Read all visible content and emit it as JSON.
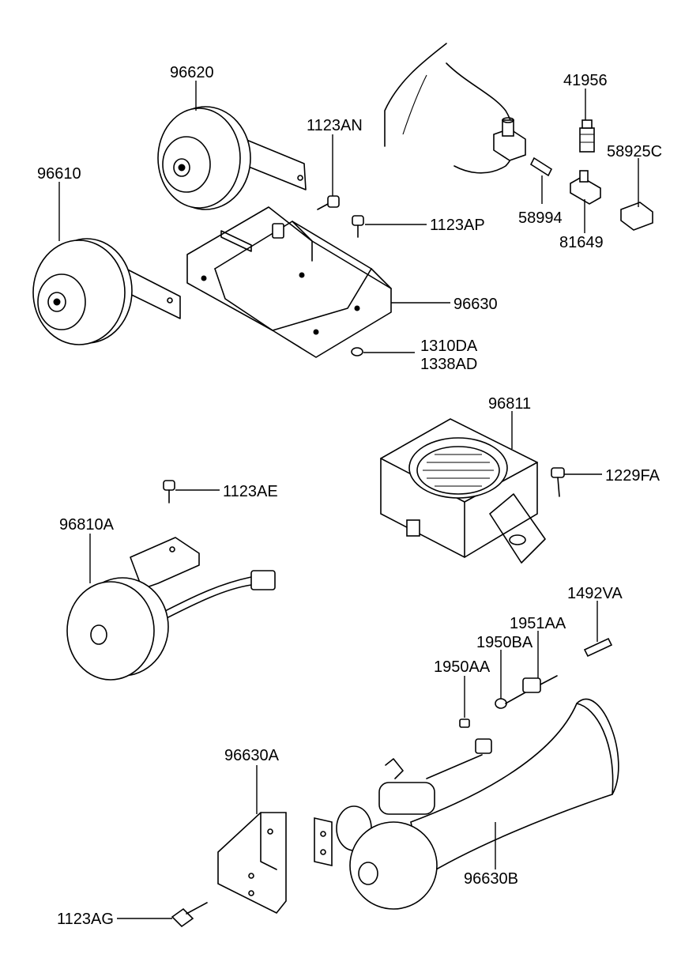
{
  "labels": {
    "p96620": "96620",
    "p1123AN": "1123AN",
    "p41956": "41956",
    "p58925C": "58925C",
    "p96610": "96610",
    "p58994": "58994",
    "p1123AP": "1123AP",
    "p81649": "81649",
    "p96630": "96630",
    "p1310DA": "1310DA",
    "p1338AD": "1338AD",
    "p96811": "96811",
    "p1229FA": "1229FA",
    "p1123AE": "1123AE",
    "p96810A": "96810A",
    "p1492VA": "1492VA",
    "p1951AA": "1951AA",
    "p1950BA": "1950BA",
    "p1950AA": "1950AA",
    "p96630A": "96630A",
    "p96630B": "96630B",
    "p1123AG": "1123AG"
  }
}
